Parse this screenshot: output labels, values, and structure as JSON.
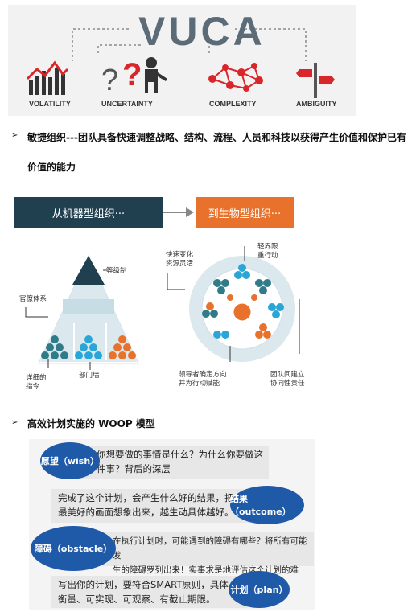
{
  "vuca": {
    "title": "VUCA",
    "captions": [
      "VOLATILITY",
      "UNCERTAINTY",
      "COMPLEXITY",
      "AMBIGUITY"
    ]
  },
  "section1": {
    "bullet": "➢",
    "line1": "敏捷组织---团队具备快速调整战略、结构、流程、人员和科技以获得产生价值和保护已有",
    "line2": "价值的能力"
  },
  "transform": {
    "from": "从机器型组织···",
    "to": "到生物型组织···"
  },
  "pyramid": {
    "hierarchy": "等级制",
    "bureaucracy": "官僚体系",
    "silos": "部门墙",
    "detailed_line1": "详细的",
    "detailed_line2": "指令"
  },
  "organism": {
    "fast_line1": "快速变化",
    "fast_line2": "资源灵活",
    "light_line1": "轻界限",
    "light_line2": "重行动",
    "leader_line1": "领导者确定方向",
    "leader_line2": "并为行动赋能",
    "team_line1": "团队间建立",
    "team_line2": "协同性责任"
  },
  "section2": {
    "bullet": "➢",
    "title": "高效计划实施的 WOOP 模型"
  },
  "woop": {
    "wish_label": "愿望（wish）",
    "wish_text_1": "你想要做的事情是什么？为什么你要做这",
    "wish_text_2": "件事？背后的深层",
    "outcome_label": "结果（outcome）",
    "outcome_text_1": "完成了这个计划，会产生什么好的结果，把",
    "outcome_text_2": "最美好的画面想象出来，越生动具体越好。",
    "obstacle_label": "障碍（obstacle）",
    "obstacle_text_1": "在执行计划时，可能遇到的障碍有哪些？将所有可能发",
    "obstacle_text_2": "生的障碍罗列出来！实事求是地评估这个计划的难度。",
    "plan_label": "计划（plan）",
    "plan_text_1": "写出你的计划，要符合SMART原则，具体、可",
    "plan_text_2": "衡量、可实现、可观察、有截止期限。"
  },
  "colors": {
    "dark_teal": "#20404f",
    "orange": "#e8722b",
    "blue": "#1f5aa8",
    "teal_dot": "#2f7b88",
    "red": "#d9262b"
  }
}
